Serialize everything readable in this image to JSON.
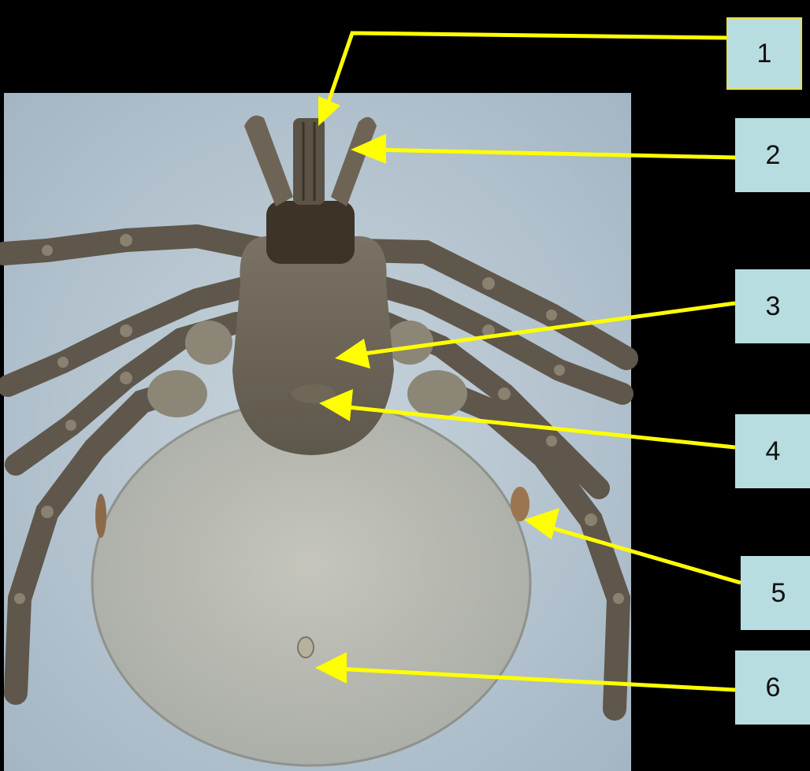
{
  "colors": {
    "background": "#000000",
    "label_box": "#b8dde0",
    "arrow": "#ffff00",
    "photo_bg": "#aebfcd",
    "specimen": "#6b6154"
  },
  "labels": [
    {
      "number": "1"
    },
    {
      "number": "2"
    },
    {
      "number": "3"
    },
    {
      "number": "4"
    },
    {
      "number": "5"
    },
    {
      "number": "6"
    }
  ]
}
